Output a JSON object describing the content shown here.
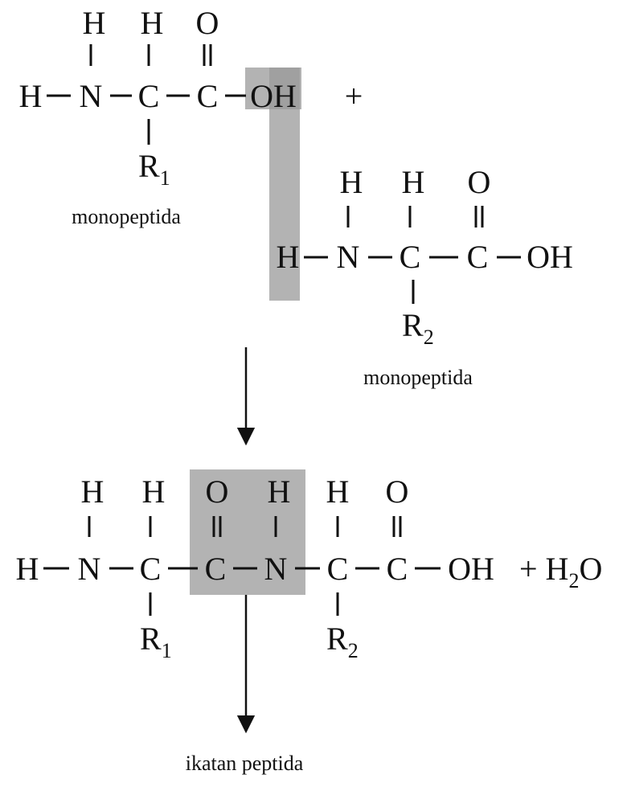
{
  "reactant1": {
    "top": [
      "H",
      "H",
      "O"
    ],
    "chain": [
      "H",
      "N",
      "C",
      "C",
      "OH"
    ],
    "r": "R",
    "r_sub": "1",
    "label": "monopeptida"
  },
  "plus": "+",
  "reactant2": {
    "top": [
      "H",
      "H",
      "O"
    ],
    "chain": [
      "H",
      "N",
      "C",
      "C",
      "OH"
    ],
    "r": "R",
    "r_sub": "2",
    "label": "monopeptida"
  },
  "product": {
    "top": [
      "H",
      "H",
      "O",
      "H",
      "H",
      "O"
    ],
    "chain": [
      "H",
      "N",
      "C",
      "C",
      "N",
      "C",
      "C",
      "OH"
    ],
    "r1": "R",
    "r1_sub": "1",
    "r2": "R",
    "r2_sub": "2",
    "byproduct_prefix": "+ H",
    "byproduct_sub": "2",
    "byproduct_suffix": "O"
  },
  "bond_label": "ikatan peptida",
  "colors": {
    "ink": "#111111",
    "highlight": "#9a9a9a",
    "background": "#ffffff"
  }
}
